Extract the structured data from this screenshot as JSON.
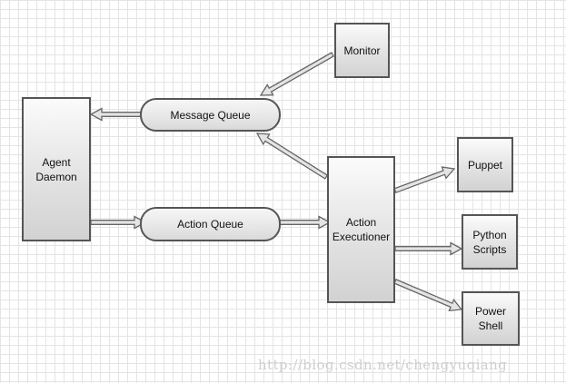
{
  "nodes": {
    "agent_daemon": [
      "Agent",
      "Daemon"
    ],
    "message_queue": "Message Queue",
    "action_queue": "Action Queue",
    "monitor": "Monitor",
    "action_executioner": [
      "Action",
      "Executioner"
    ],
    "puppet": "Puppet",
    "python_scripts": [
      "Python",
      "Scripts"
    ],
    "power_shell": [
      "Power",
      "Shell"
    ]
  },
  "edges": [
    {
      "from": "monitor",
      "to": "message_queue"
    },
    {
      "from": "message_queue",
      "to": "agent_daemon"
    },
    {
      "from": "action_executioner",
      "to": "message_queue"
    },
    {
      "from": "agent_daemon",
      "to": "action_queue"
    },
    {
      "from": "action_queue",
      "to": "action_executioner"
    },
    {
      "from": "action_executioner",
      "to": "puppet"
    },
    {
      "from": "action_executioner",
      "to": "python_scripts"
    },
    {
      "from": "action_executioner",
      "to": "power_shell"
    }
  ],
  "watermark": "http://blog.csdn.net/chengyuqiang"
}
